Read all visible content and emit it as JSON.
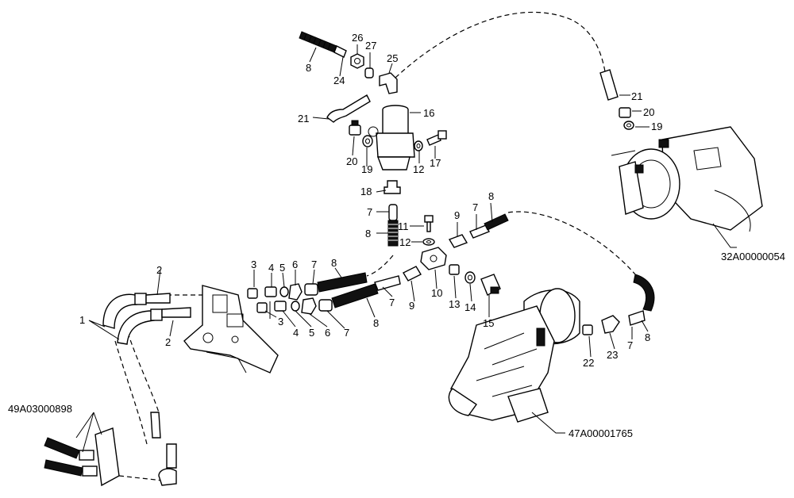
{
  "callouts": {
    "c1": "1",
    "c2a": "2",
    "c2b": "2",
    "c3a": "3",
    "c3b": "3",
    "c4a": "4",
    "c4b": "4",
    "c5a": "5",
    "c5b": "5",
    "c6a": "6",
    "c6b": "6",
    "c7a": "7",
    "c7b": "7",
    "c7c": "7",
    "c7d": "7",
    "c7e": "7",
    "c7f": "7",
    "c8a": "8",
    "c8b": "8",
    "c8c": "8",
    "c8d": "8",
    "c8e": "8",
    "c8f": "8",
    "c9a": "9",
    "c9b": "9",
    "c10": "10",
    "c11": "11",
    "c12a": "12",
    "c12b": "12",
    "c13": "13",
    "c14": "14",
    "c15": "15",
    "c16": "16",
    "c17": "17",
    "c18": "18",
    "c19a": "19",
    "c19b": "19",
    "c20a": "20",
    "c20b": "20",
    "c21a": "21",
    "c21b": "21",
    "c22": "22",
    "c23": "23",
    "c24": "24",
    "c25": "25",
    "c26": "26",
    "c27": "27"
  },
  "references": {
    "ref_left": "49A03000898",
    "ref_center": "47A00001765",
    "ref_right": "32A00000054"
  }
}
